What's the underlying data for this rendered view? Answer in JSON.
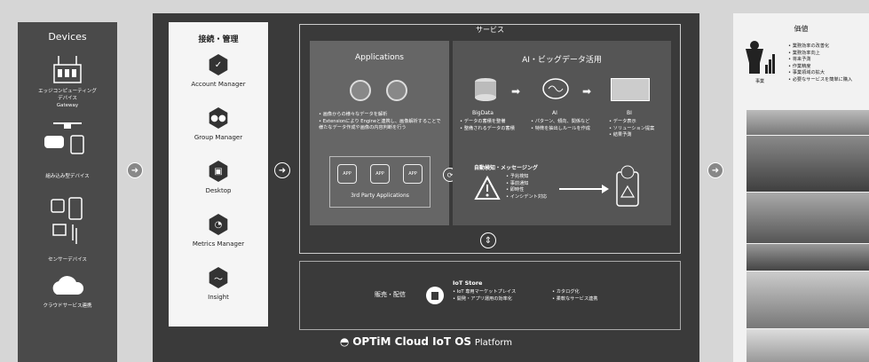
{
  "devices": {
    "title": "Devices",
    "gateway_label": "エッジコンピューティング\nデバイス\nGateway",
    "embedded_label": "組み込み型デバイス",
    "sensor_label": "センサーデバイス",
    "cloud_label": "クラウドサービス連携"
  },
  "management": {
    "title": "接続・管理",
    "items": [
      {
        "label": "Account Manager"
      },
      {
        "label": "Group Manager"
      },
      {
        "label": "Desktop"
      },
      {
        "label": "Metrics Manager"
      },
      {
        "label": "Insight"
      }
    ]
  },
  "service": {
    "title": "サービス",
    "applications": {
      "title": "Applications",
      "bullets": [
        "画像からの様々なデータを解析",
        "Extensionにより Engineと連携し、画像解析することで様たなデータ作成や画像の内容判断を行う"
      ],
      "third_party_label": "3rd Party Applications",
      "app_badges": [
        "APP",
        "APP",
        "APP"
      ]
    },
    "ai": {
      "title": "AI・ビッグデータ活用",
      "bigdata_label": "BigData",
      "ai_label": "AI",
      "bi_label": "BI",
      "bigdata_bullets": [
        "データの蓄積を整備",
        "整備されるデータの蓄積"
      ],
      "ai_bullets": [
        "パターン、傾向、関係など",
        "特徴を抽出しルールを作成"
      ],
      "bi_bullets": [
        "データ表示",
        "ソリューション提案",
        "結果予測"
      ],
      "alert_title": "自動検知・メッセージング",
      "alert_bullets": [
        "予兆検知",
        "事前通知",
        "即時性",
        "インシデント対応"
      ]
    }
  },
  "store": {
    "label": "販売・配信",
    "title": "IoT Store",
    "bullets_left": [
      "IoT 専用マーケットプレイス",
      "開発・アプリ運用の効率化"
    ],
    "bullets_right": [
      "カタログ化",
      "柔軟なサービス連携"
    ]
  },
  "footer": {
    "brand": "OPTiM Cloud IoT OS",
    "suffix": "Platform"
  },
  "value": {
    "title": "価値",
    "user_label": "事業",
    "bullets": [
      "業務効率の改善化",
      "業務効率向上",
      "将来予測",
      "作業精度",
      "事業領域の拡大",
      "必要なサービスを簡単に購入"
    ]
  }
}
